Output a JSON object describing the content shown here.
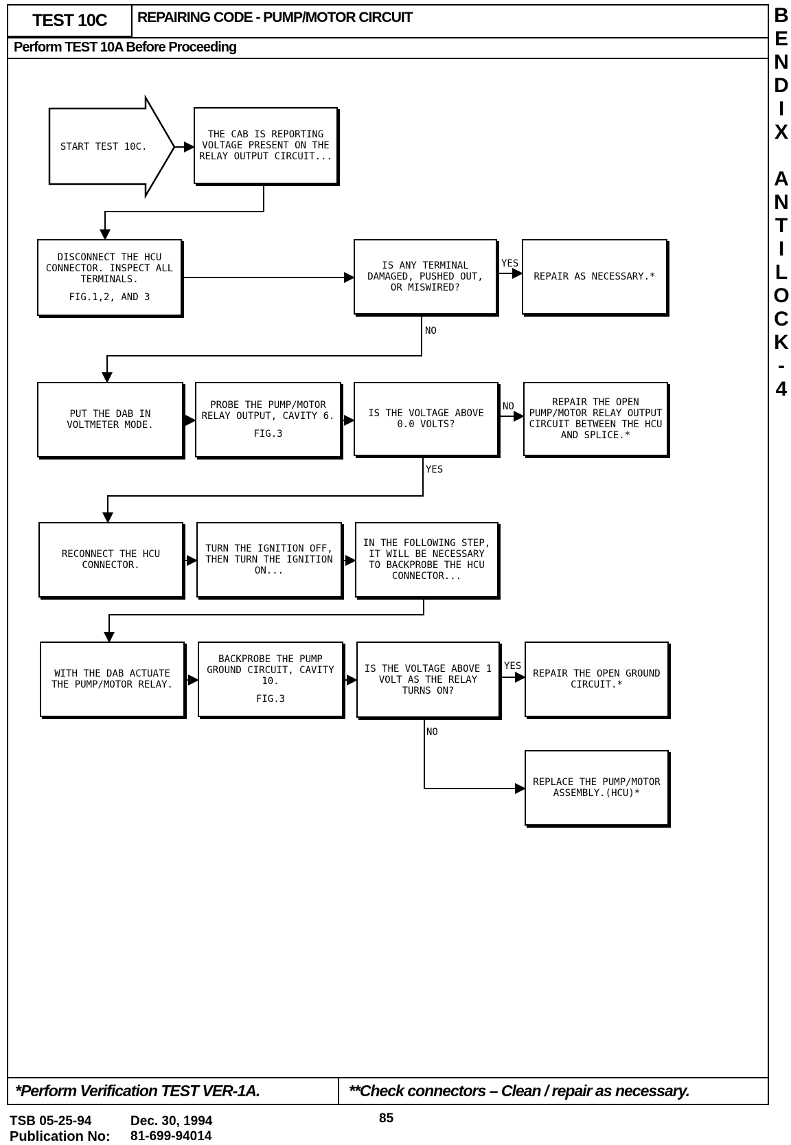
{
  "header": {
    "test_id": "TEST 10C",
    "title": "REPAIRING CODE - PUMP/MOTOR CIRCUIT",
    "subtitle": "Perform TEST 10A Before Proceeding"
  },
  "side_title": [
    "B",
    "E",
    "N",
    "D",
    "I",
    "X",
    " ",
    "A",
    "N",
    "T",
    "I",
    "L",
    "O",
    "C",
    "K",
    "-",
    "4"
  ],
  "flow": {
    "start": "START TEST 10C.",
    "cab_reporting": "THE CAB IS REPORTING VOLTAGE PRESENT ON THE RELAY OUTPUT CIRCUIT...",
    "disconnect": "DISCONNECT THE HCU CONNECTOR. INSPECT ALL TERMINALS.",
    "disconnect_fig": "FIG.1,2, AND 3",
    "terminal_q": "IS ANY TERMINAL DAMAGED, PUSHED OUT, OR MISWIRED?",
    "repair_necessary": "REPAIR AS NECESSARY.*",
    "put_dab": "PUT THE DAB IN VOLTMETER MODE.",
    "probe_relay": "PROBE THE PUMP/MOTOR RELAY OUTPUT, CAVITY 6.",
    "probe_relay_fig": "FIG.3",
    "voltage_q": "IS THE VOLTAGE ABOVE 0.0 VOLTS?",
    "repair_open_relay": "REPAIR THE OPEN PUMP/MOTOR RELAY OUTPUT CIRCUIT BETWEEN THE HCU AND SPLICE.*",
    "reconnect": "RECONNECT THE HCU CONNECTOR.",
    "turn_ignition": "TURN THE IGNITION OFF, THEN TURN THE IGNITION ON...",
    "following_step": "IN THE FOLLOWING STEP, IT WILL BE NECESSARY TO BACKPROBE THE HCU CONNECTOR...",
    "actuate": "WITH THE DAB ACTUATE THE PUMP/MOTOR RELAY.",
    "backprobe": "BACKPROBE THE PUMP GROUND CIRCUIT, CAVITY 10.",
    "backprobe_fig": "FIG.3",
    "relay_q": "IS THE VOLTAGE ABOVE 1 VOLT AS THE RELAY TURNS ON?",
    "repair_ground": "REPAIR THE OPEN GROUND CIRCUIT.*",
    "replace_pump": "REPLACE THE PUMP/MOTOR ASSEMBLY.(HCU)*"
  },
  "labels": {
    "yes1": "YES",
    "no1": "NO",
    "no2": "NO",
    "yes2": "YES",
    "yes3": "YES",
    "no3": "NO"
  },
  "footer": {
    "left": "*Perform Verification TEST VER-1A.",
    "right": "**Check connectors – Clean / repair as necessary."
  },
  "bottom": {
    "tsb": "TSB 05-25-94",
    "date": "Dec. 30, 1994",
    "page": "85",
    "pub_label": "Publication No:",
    "pub_no": "81-699-94014"
  }
}
